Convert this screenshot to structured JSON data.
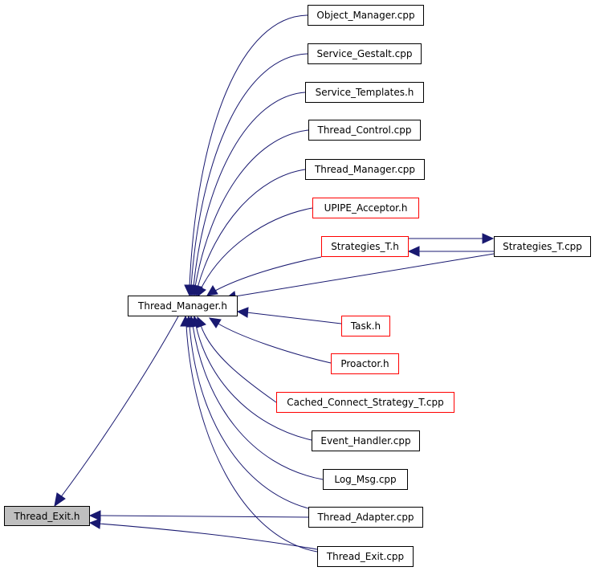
{
  "diagram": {
    "nodes": {
      "thread_exit_h": "Thread_Exit.h",
      "thread_manager_h": "Thread_Manager.h",
      "object_manager_cpp": "Object_Manager.cpp",
      "service_gestalt_cpp": "Service_Gestalt.cpp",
      "service_templates_h": "Service_Templates.h",
      "thread_control_cpp": "Thread_Control.cpp",
      "thread_manager_cpp": "Thread_Manager.cpp",
      "upipe_acceptor_h": "UPIPE_Acceptor.h",
      "strategies_t_h": "Strategies_T.h",
      "strategies_t_cpp": "Strategies_T.cpp",
      "task_h": "Task.h",
      "proactor_h": "Proactor.h",
      "cached_connect_strategy_t_cpp": "Cached_Connect_Strategy_T.cpp",
      "event_handler_cpp": "Event_Handler.cpp",
      "log_msg_cpp": "Log_Msg.cpp",
      "thread_adapter_cpp": "Thread_Adapter.cpp",
      "thread_exit_cpp": "Thread_Exit.cpp"
    },
    "colors": {
      "edge": "#191970",
      "default_border": "#000000",
      "incomplete_border": "#ff0000",
      "focus_fill": "#bfbfbf"
    }
  }
}
